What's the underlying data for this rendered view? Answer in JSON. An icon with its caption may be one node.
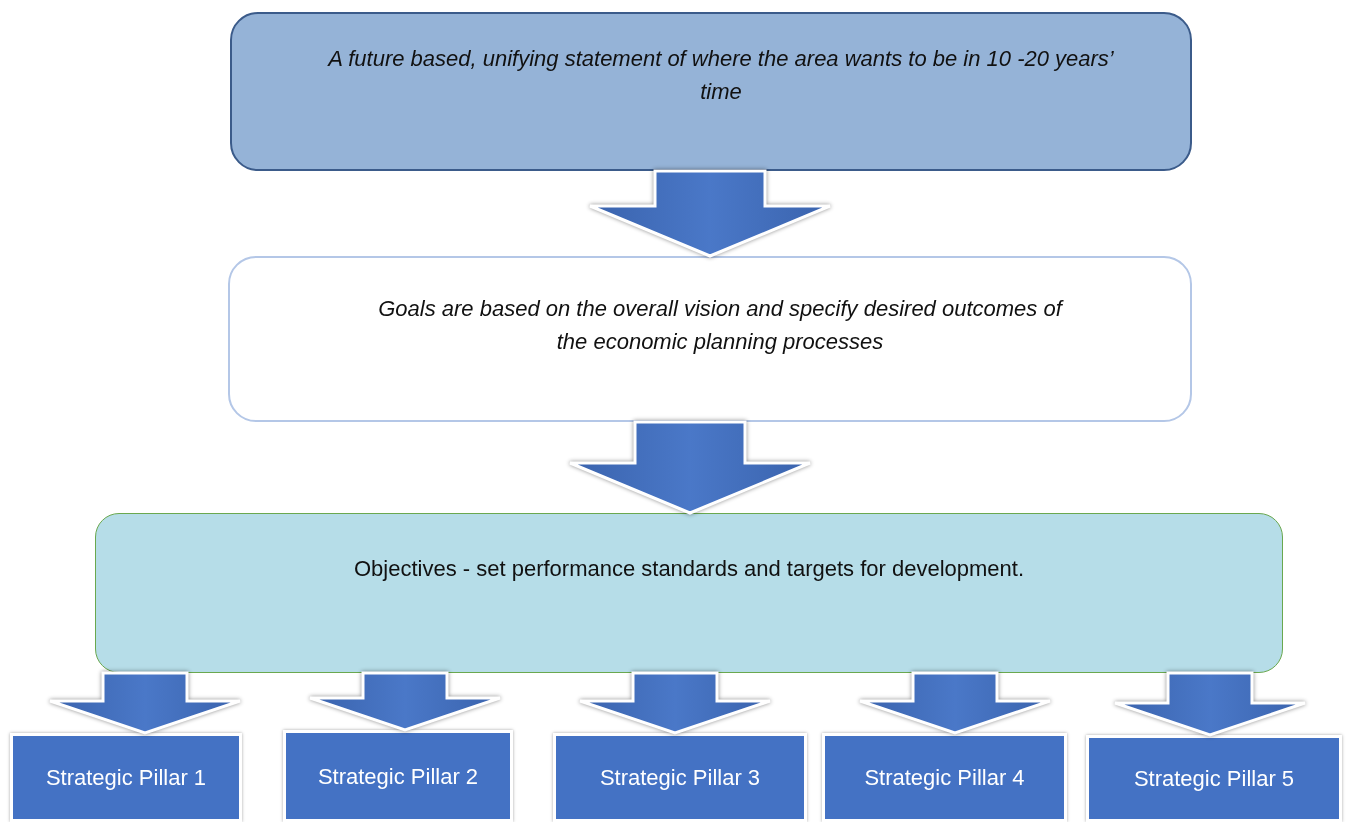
{
  "diagram": {
    "nodes": [
      {
        "text": [
          "A future based, unifying statement of where the area wants to be in 10 -20 years’ time"
        ]
      },
      {
        "text": [
          "Goals are based on the overall vision and specify desired outcomes of the economic planning processes"
        ]
      },
      {
        "text": [
          "Objectives - set performance standards and targets for development."
        ]
      },
      {
        "text": [
          "Strategic Pillar 1"
        ]
      },
      {
        "text": [
          "Strategic Pillar 2"
        ]
      },
      {
        "text": [
          "Strategic Pillar 3"
        ]
      },
      {
        "text": [
          "Strategic Pillar 4"
        ]
      },
      {
        "text": [
          "Strategic Pillar 5"
        ]
      }
    ],
    "edges": [
      {
        "from": 0,
        "to": 1,
        "arrow": "to"
      },
      {
        "from": 1,
        "to": 2,
        "arrow": "to"
      },
      {
        "from": 2,
        "to": 3,
        "arrow": "to"
      },
      {
        "from": 2,
        "to": 4,
        "arrow": "to"
      },
      {
        "from": 2,
        "to": 5,
        "arrow": "to"
      },
      {
        "from": 2,
        "to": 6,
        "arrow": "to"
      },
      {
        "from": 2,
        "to": 7,
        "arrow": "to"
      }
    ]
  }
}
